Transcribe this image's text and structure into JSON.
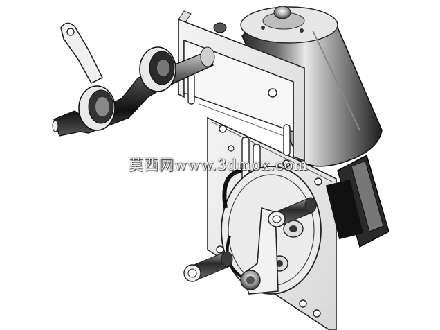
{
  "image": {
    "kind": "cad-render",
    "subject": "wiper motor assembly with mounting bracket and linkage",
    "background": "#ffffff"
  },
  "watermark": {
    "text": "莫西网www.3dmox.com"
  }
}
